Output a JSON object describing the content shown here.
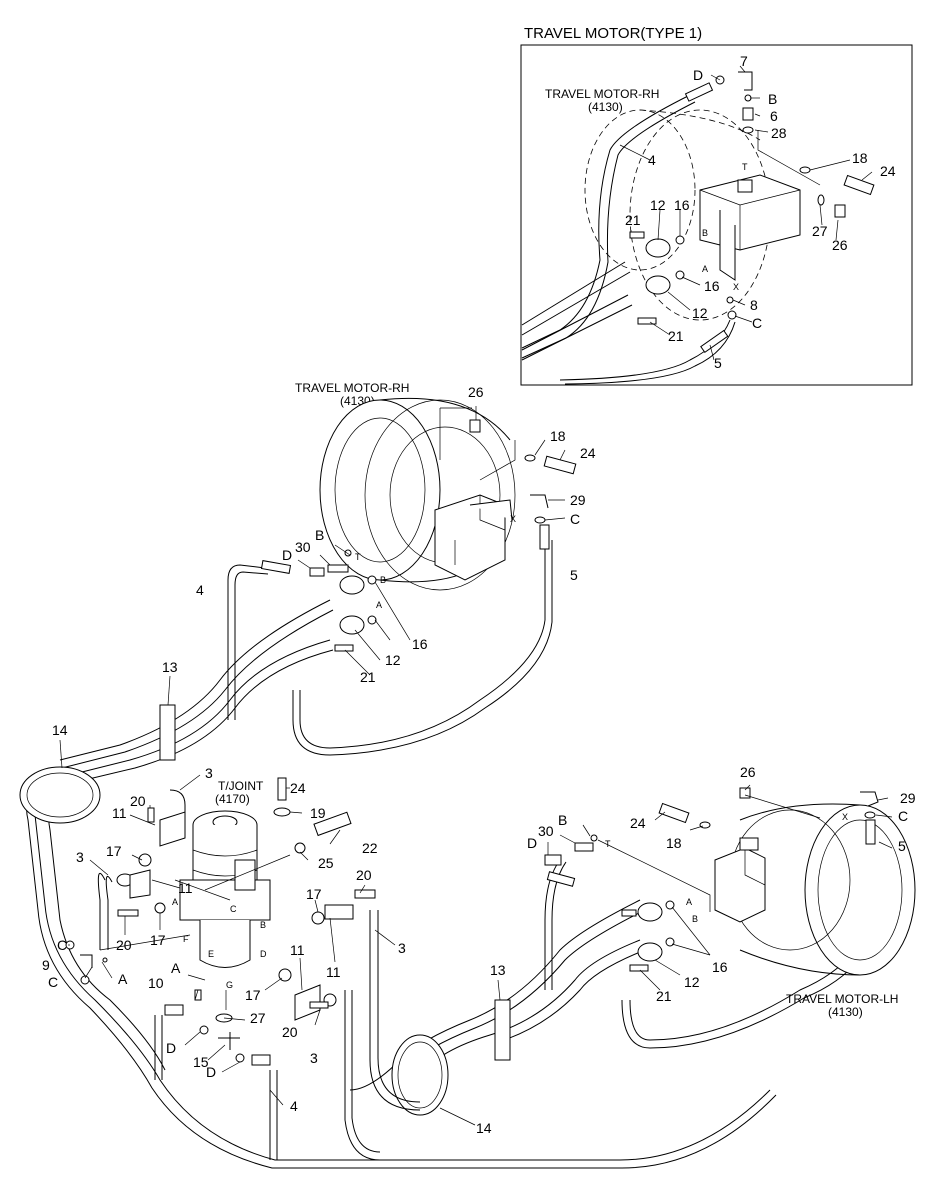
{
  "inset": {
    "title": "TRAVEL MOTOR(TYPE 1)",
    "motor_label": "TRAVEL MOTOR-RH",
    "motor_code": "(4130)",
    "callouts": [
      "7",
      "D",
      "B",
      "6",
      "28",
      "4",
      "18",
      "24",
      "27",
      "26",
      "12",
      "16",
      "21",
      "16",
      "8",
      "C",
      "12",
      "21",
      "5"
    ],
    "ports": [
      "T",
      "B",
      "A",
      "X"
    ]
  },
  "rh_motor": {
    "label": "TRAVEL MOTOR-RH",
    "code": "(4130)",
    "callouts": [
      "26",
      "18",
      "24",
      "29",
      "C",
      "5",
      "B",
      "30",
      "D",
      "4",
      "16",
      "12",
      "21"
    ],
    "ports": [
      "X",
      "T",
      "B",
      "A"
    ]
  },
  "tjoint": {
    "label": "T/JOINT",
    "code": "(4170)",
    "callouts": [
      "24",
      "19",
      "22",
      "25",
      "3",
      "20",
      "11",
      "17",
      "3",
      "11",
      "20",
      "17",
      "C",
      "9",
      "A",
      "C",
      "17",
      "20",
      "11",
      "3",
      "A",
      "10",
      "17",
      "27",
      "11",
      "20",
      "3",
      "D",
      "15",
      "D",
      "4"
    ],
    "ports": [
      "A",
      "B",
      "C",
      "D",
      "E",
      "F",
      "G"
    ]
  },
  "lh_motor": {
    "label": "TRAVEL MOTOR-LH",
    "code": "(4130)",
    "callouts": [
      "26",
      "29",
      "C",
      "5",
      "B",
      "30",
      "D",
      "24",
      "18",
      "16",
      "12",
      "21",
      "13",
      "14"
    ],
    "ports": [
      "X",
      "T",
      "A",
      "B"
    ]
  },
  "hose_clamps": [
    "13",
    "14"
  ]
}
